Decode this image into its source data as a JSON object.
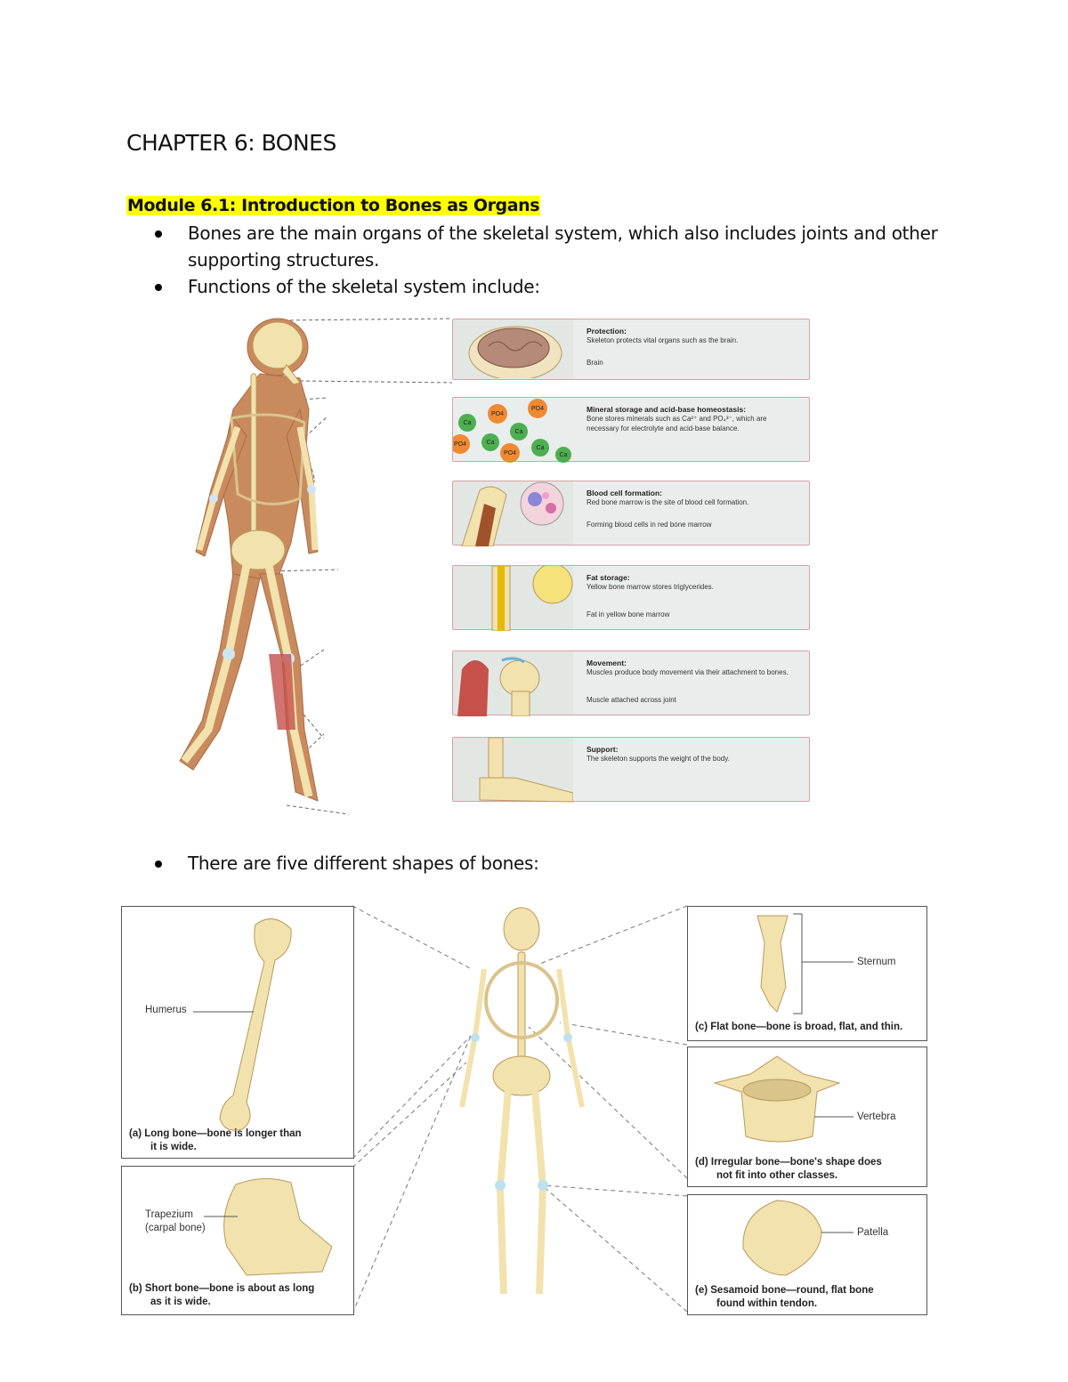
{
  "document": {
    "title": "CHAPTER 6: BONES",
    "module_heading": "Module 6.1: Introduction to Bones as Organs",
    "bullets": [
      "Bones are the main organs of the skeletal system, which also includes joints and other supporting structures.",
      "Functions of the skeletal system include:",
      "There are five different shapes of bones:"
    ]
  },
  "functions_figure": {
    "panels": [
      {
        "title": "Protection:",
        "description": "Skeleton protects vital organs such as the brain.",
        "callout": "Brain"
      },
      {
        "title": "Mineral storage and acid-base homeostasis:",
        "description": "Bone stores minerals such as Ca²⁺ and PO₄³⁻, which are necessary for electrolyte and acid-base balance.",
        "callout": ""
      },
      {
        "title": "Blood cell formation:",
        "description": "Red bone marrow is the site of blood cell formation.",
        "callout": "Forming blood cells in red bone marrow"
      },
      {
        "title": "Fat storage:",
        "description": "Yellow bone marrow stores triglycerides.",
        "callout": "Fat in yellow bone marrow"
      },
      {
        "title": "Movement:",
        "description": "Muscles produce body movement via their attachment to bones.",
        "callout": "Muscle attached across joint"
      },
      {
        "title": "Support:",
        "description": "The skeleton supports the weight of the body.",
        "callout": ""
      }
    ],
    "ions": {
      "ca": "Ca²⁺",
      "po4": "PO₄³⁻"
    }
  },
  "shapes_figure": {
    "long": {
      "label": "Humerus",
      "caption_line1": "(a) Long bone—bone is longer than",
      "caption_line2": "it is wide."
    },
    "short": {
      "label_line1": "Trapezium",
      "label_line2": "(carpal bone)",
      "caption_line1": "(b) Short bone—bone is about as long",
      "caption_line2": "as it is wide."
    },
    "flat": {
      "label": "Sternum",
      "caption_line1": "(c) Flat bone—bone is broad, flat, and thin."
    },
    "irregular": {
      "label": "Vertebra",
      "caption_line1": "(d) Irregular bone—bone's shape does",
      "caption_line2": "not fit into other classes."
    },
    "sesamoid": {
      "label": "Patella",
      "caption_line1": "(e) Sesamoid bone—round, flat bone",
      "caption_line2": "found within tendon."
    }
  },
  "colors": {
    "highlight": "#ffff00",
    "bone": "#f2e2ad",
    "panel_border": "#d9a0a6",
    "skin": "#c98a5e"
  }
}
